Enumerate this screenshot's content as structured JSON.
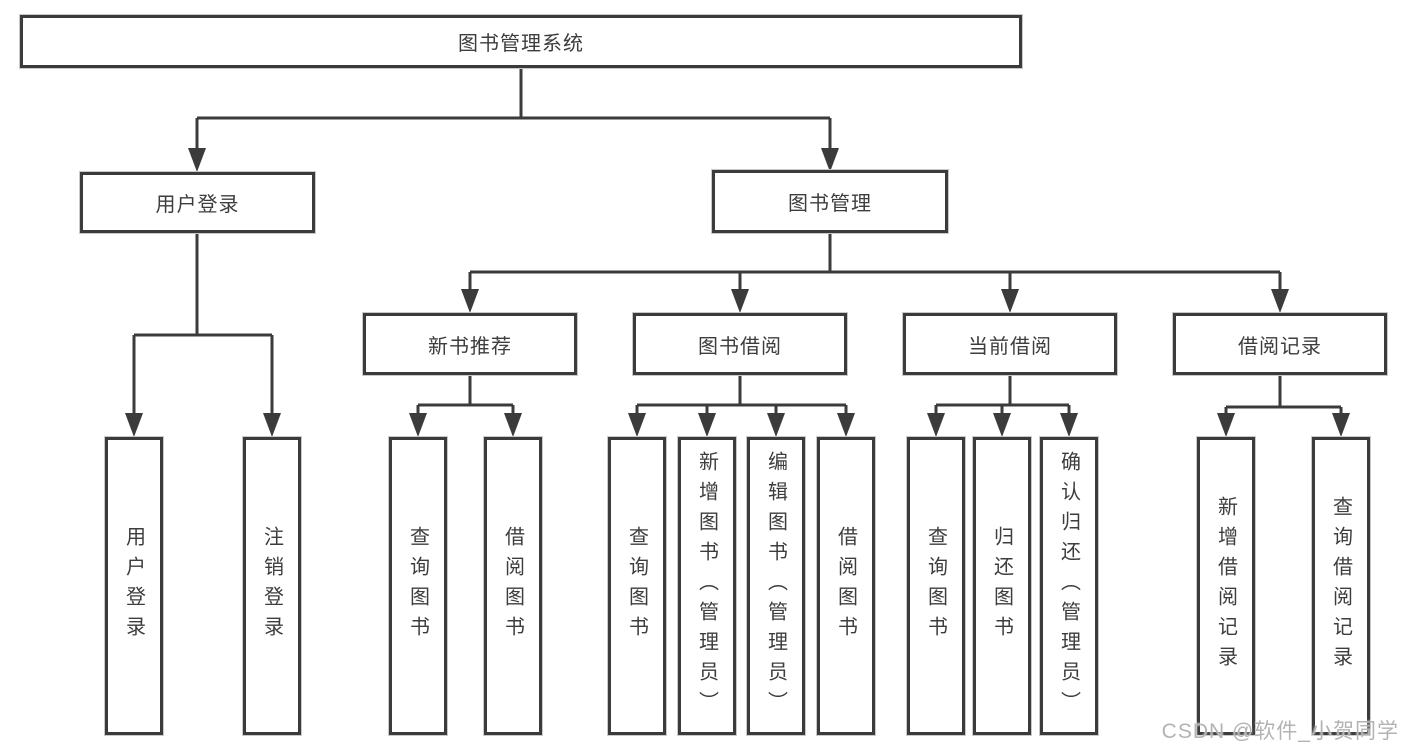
{
  "diagram": {
    "root": {
      "label": "图书管理系统"
    },
    "level2": {
      "user_login": {
        "label": "用户登录"
      },
      "book_mgmt": {
        "label": "图书管理"
      }
    },
    "level3": {
      "new_book_rec": {
        "label": "新书推荐"
      },
      "book_borrow": {
        "label": "图书借阅"
      },
      "current_borrow": {
        "label": "当前借阅"
      },
      "borrow_records": {
        "label": "借阅记录"
      }
    },
    "leaves": {
      "user_login": {
        "label": "用户登录"
      },
      "logout": {
        "label": "注销登录"
      },
      "nr_query_books": {
        "label": "查询图书"
      },
      "nr_borrow_books": {
        "label": "借阅图书"
      },
      "bb_query_books": {
        "label": "查询图书"
      },
      "bb_add_books": {
        "label": "新增图书（管理员）"
      },
      "bb_edit_books": {
        "label": "编辑图书（管理员）"
      },
      "bb_borrow_books": {
        "label": "借阅图书"
      },
      "cb_query_books": {
        "label": "查询图书"
      },
      "cb_return_books": {
        "label": "归还图书"
      },
      "cb_confirm_return": {
        "label": "确认归还（管理员）"
      },
      "br_add_record": {
        "label": "新增借阅记录"
      },
      "br_query_record": {
        "label": "查询借阅记录"
      }
    }
  },
  "watermark": {
    "label": "CSDN @软件_小贺同学"
  },
  "colors": {
    "line": "#3b3b3b",
    "text": "#3d3d3d",
    "background": "#ffffff",
    "watermark": "#b3b3b3"
  }
}
